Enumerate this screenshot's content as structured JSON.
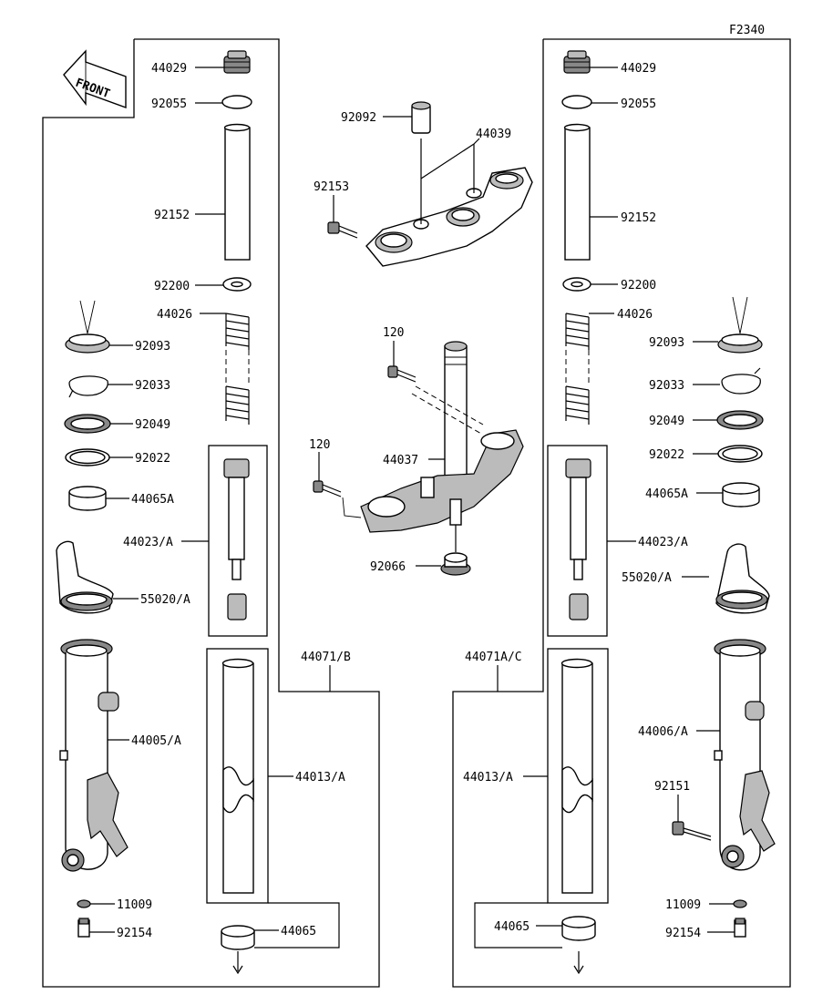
{
  "figure_code": "F2340",
  "front_label": "FRONT",
  "labels": {
    "l44029": "44029",
    "l92055": "92055",
    "l92152": "92152",
    "l92200": "92200",
    "l44026": "44026",
    "l92093": "92093",
    "l92033": "92033",
    "l92049": "92049",
    "l92022": "92022",
    "l44065A": "44065A",
    "l44023A": "44023/A",
    "l55020A": "55020/A",
    "l44005A": "44005/A",
    "l44013A": "44013/A",
    "l11009": "11009",
    "l92154": "92154",
    "l44065": "44065",
    "l44071B": "44071/B",
    "r44029": "44029",
    "r92055": "92055",
    "r92152": "92152",
    "r92200": "92200",
    "r44026": "44026",
    "r92093": "92093",
    "r92033": "92033",
    "r92049": "92049",
    "r92022": "92022",
    "r44065A": "44065A",
    "r44023A": "44023/A",
    "r55020A": "55020/A",
    "r44006A": "44006/A",
    "r92151": "92151",
    "r44013A": "44013/A",
    "r11009": "11009",
    "r92154": "92154",
    "r44065": "44065",
    "r44071AC": "44071A/C",
    "c92092": "92092",
    "c44039": "44039",
    "c92153": "92153",
    "c120a": "120",
    "c120b": "120",
    "c44037": "44037",
    "c92066": "92066"
  }
}
